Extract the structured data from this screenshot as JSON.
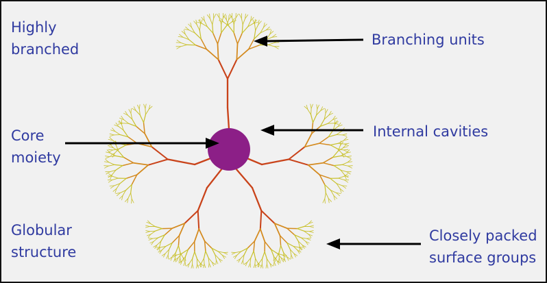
{
  "labels": {
    "highly_branched": [
      "Highly",
      "branched"
    ],
    "core_moiety": [
      "Core",
      "moiety"
    ],
    "globular_structure": [
      "Globular",
      "structure"
    ],
    "branching_units": "Branching units",
    "internal_cavities": "Internal cavities",
    "closely_packed": [
      "Closely packed",
      "surface groups"
    ]
  },
  "colors": {
    "label_text": "#2f3aa0",
    "core": "#8c1f87",
    "stem": "#c9431a",
    "mid_branch": "#d48a1e",
    "tips": "#c8c02a",
    "arrow": "#000000",
    "background": "#f1f1f1"
  }
}
